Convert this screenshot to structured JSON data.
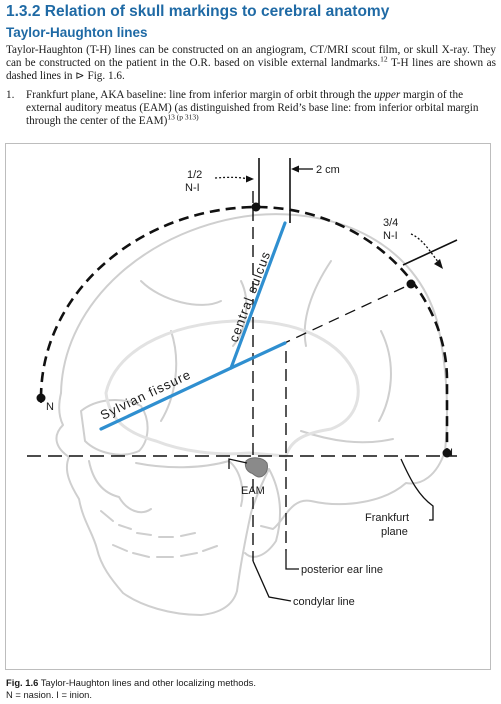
{
  "section": {
    "title": "1.3.2 Relation of skull markings to cerebral anatomy",
    "subtitle": "Taylor-Haughton lines"
  },
  "paragraph": {
    "text": "Taylor-Haughton (T-H) lines can be constructed on an angiogram, CT/MRI scout film, or skull X-ray. They can be constructed on the patient in the O.R. based on visible external landmarks.",
    "ref": "12",
    "text2": " T-H lines are shown as dashed lines in ",
    "fig_arrow": "⊳",
    "fig_ref": " Fig. 1.6."
  },
  "list": [
    {
      "num": "1.",
      "part1": "Frankfurt plane, AKA baseline: line from inferior margin of orbit through the ",
      "emph": "upper",
      "part2": " margin of the external auditory meatus (EAM) (as distinguished from Reid’s base line: from inferior orbital margin through the center of the EAM)",
      "ref": "13 (p 313)"
    }
  ],
  "figure": {
    "labels": {
      "half_fraction": "1/2",
      "half_ni": "N-I",
      "two_cm": "2 cm",
      "three_quarter_fraction": "3/4",
      "three_quarter_ni": "N-I",
      "central_sulcus": "central sulcus",
      "sylvian_fissure": "Sylvian fissure",
      "nasion": "N",
      "inion": "I",
      "eam": "EAM",
      "frankfurt_1": "Frankfurt",
      "frankfurt_2": "plane",
      "posterior_ear_line": "posterior ear line",
      "condylar_line": "condylar line"
    },
    "colors": {
      "blue_lines": "#2f8fd0",
      "dashed_lines": "#111111",
      "skull_outline": "#cfcfcf",
      "brain_outline": "#e2e2e2",
      "eam_fill": "#8a8a8a"
    }
  },
  "caption": {
    "label": "Fig. 1.6",
    "text": "  Taylor-Haughton lines and other localizing methods.",
    "line2": "N = nasion. I = inion."
  }
}
